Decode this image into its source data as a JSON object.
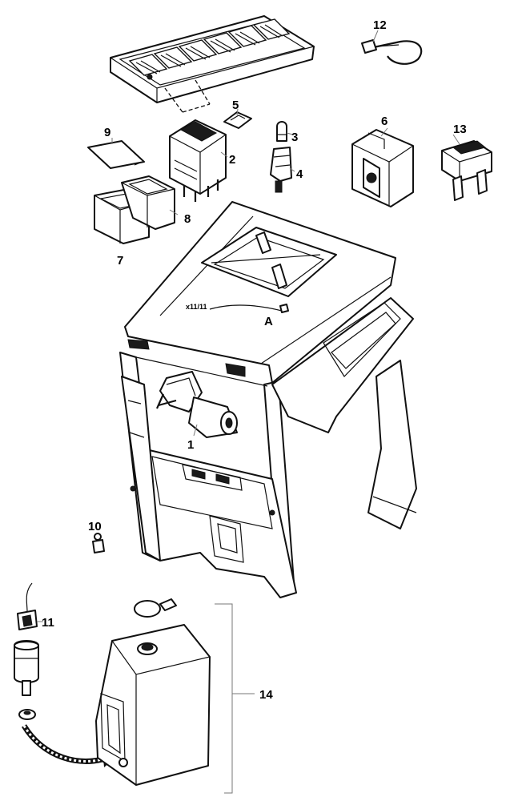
{
  "callouts": {
    "1": "1",
    "2": "2",
    "3": "3",
    "4": "4",
    "5": "5",
    "6": "6",
    "7": "7",
    "8": "8",
    "9": "9",
    "10": "10",
    "11": "11",
    "12": "12",
    "13": "13",
    "14": "14"
  },
  "connector_label": "x11/11",
  "point_label": "A"
}
